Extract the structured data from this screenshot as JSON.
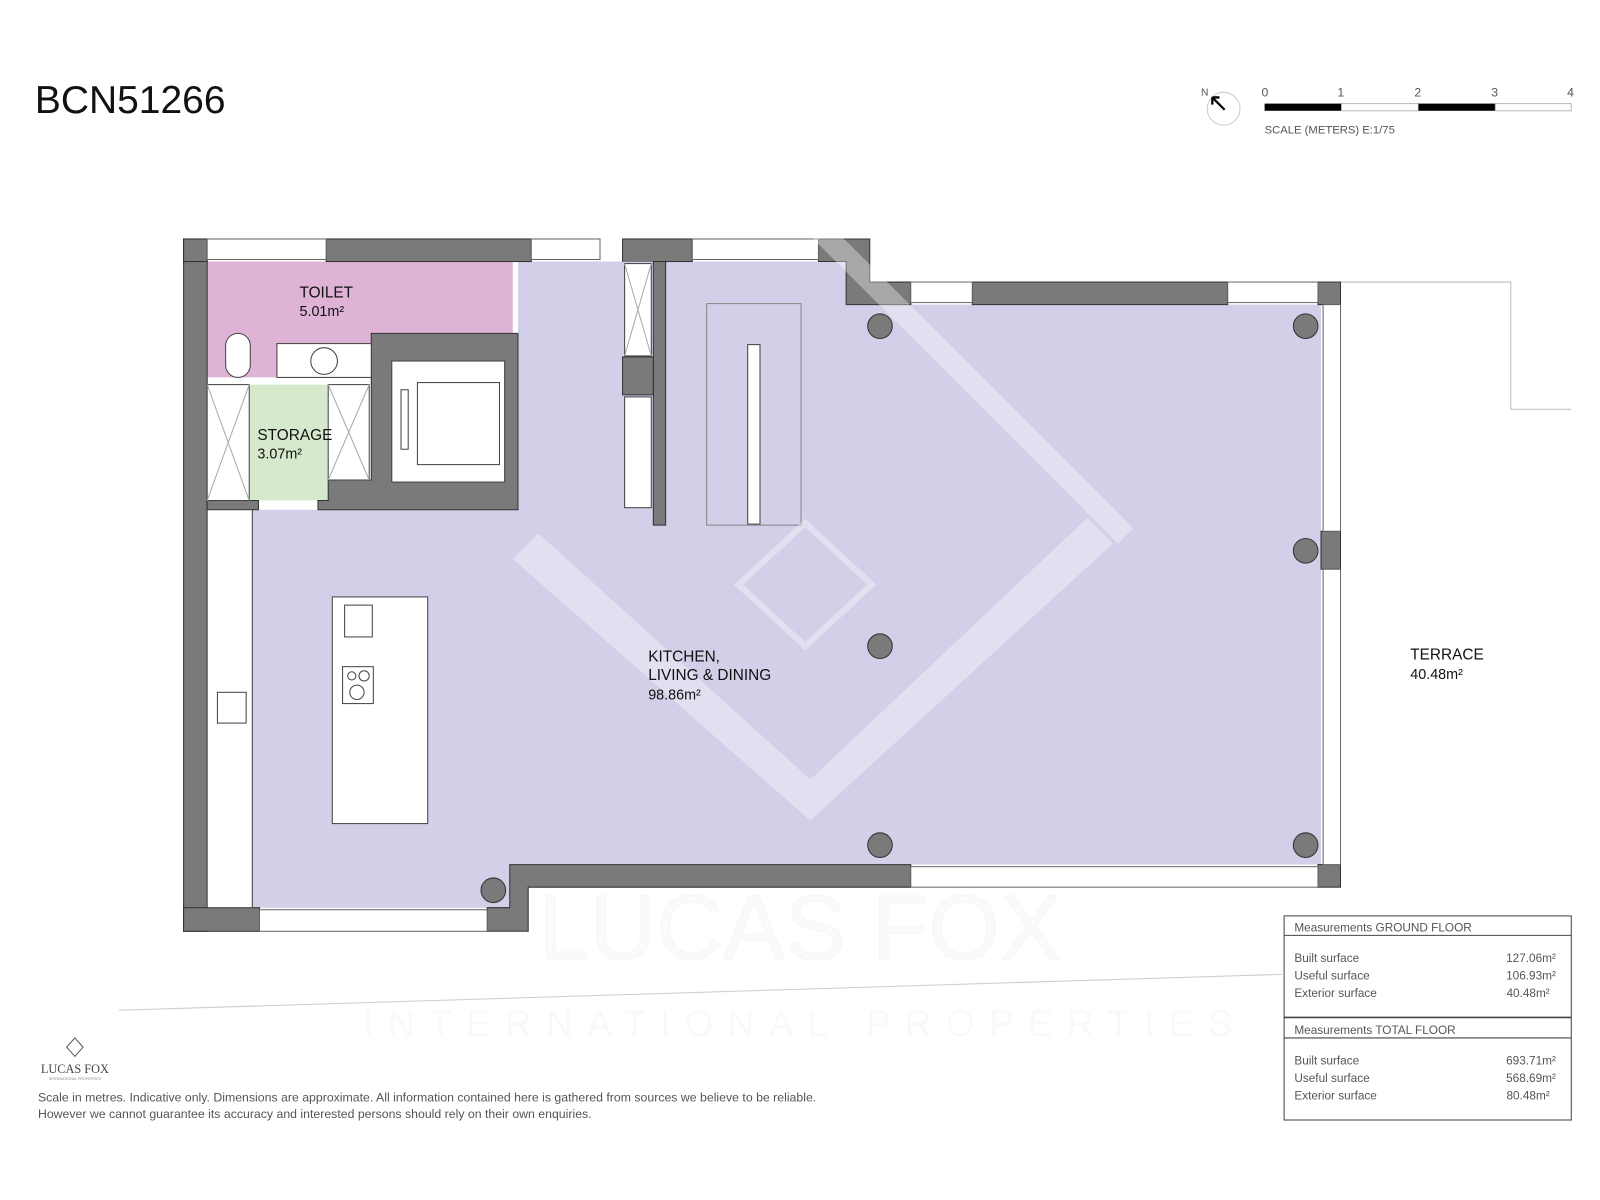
{
  "header": {
    "reference": "BCN51266"
  },
  "scale": {
    "north_label": "N",
    "ticks": [
      "0",
      "1",
      "2",
      "3",
      "4"
    ],
    "caption": "SCALE (METERS) E:1/75"
  },
  "rooms": {
    "toilet": {
      "name": "TOILET",
      "area": "5.01m²"
    },
    "storage": {
      "name": "STORAGE",
      "area": "3.07m²"
    },
    "kitchen": {
      "name_line1": "KITCHEN,",
      "name_line2": "LIVING & DINING",
      "area": "98.86m²"
    },
    "terrace": {
      "name": "TERRACE",
      "area": "40.48m²"
    }
  },
  "measurements": {
    "ground": {
      "title": "Measurements GROUND FLOOR",
      "rows": [
        {
          "label": "Built surface",
          "value": "127.06m²"
        },
        {
          "label": "Useful surface",
          "value": "106.93m²"
        },
        {
          "label": "Exterior surface",
          "value": "40.48m²"
        }
      ]
    },
    "total": {
      "title": "Measurements TOTAL FLOOR",
      "rows": [
        {
          "label": "Built surface",
          "value": "693.71m²"
        },
        {
          "label": "Useful surface",
          "value": "568.69m²"
        },
        {
          "label": "Exterior surface",
          "value": "80.48m²"
        }
      ]
    }
  },
  "logo": {
    "name": "LUCAS FOX",
    "tagline": "INTERNATIONAL PROPERTIES"
  },
  "watermark": {
    "line1": "LUCAS FOX",
    "line2": "INTERNATIONAL PROPERTIES"
  },
  "disclaimer": {
    "line1": "Scale in metres. Indicative only. Dimensions are approximate. All information contained here is gathered from sources we believe to be reliable.",
    "line2": "However we cannot guarantee its accuracy and interested persons should rely on their own enquiries."
  },
  "colors": {
    "wall": "#7a7a7a",
    "living": "#d2cfe9",
    "toilet": "#dfb3d6",
    "storage": "#d6e9cc"
  }
}
